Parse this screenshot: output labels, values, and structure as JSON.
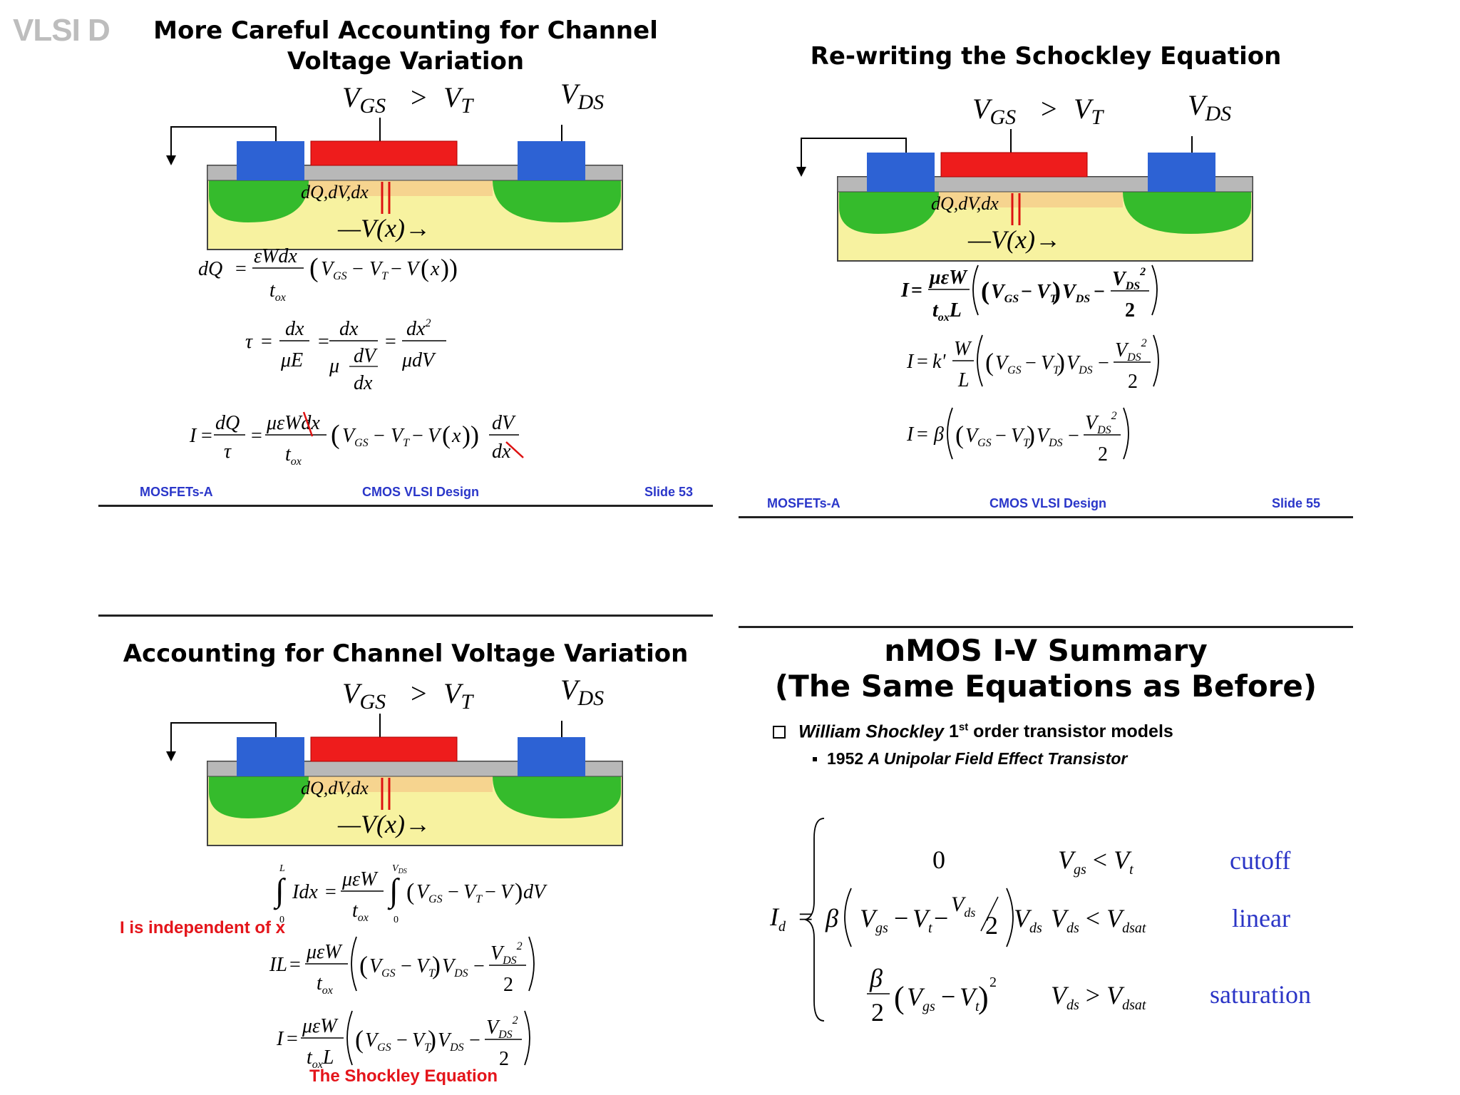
{
  "watermark": "VLSI D",
  "slides": {
    "s53": {
      "title_line1": "More Careful Accounting for Channel",
      "title_line2": "Voltage Variation",
      "footer_left": "MOSFETs-A",
      "footer_center": "CMOS VLSI Design",
      "footer_right": "Slide 53"
    },
    "s55": {
      "title": "Re-writing the Schockley Equation",
      "footer_left": "MOSFETs-A",
      "footer_center": "CMOS VLSI Design",
      "footer_right": "Slide 55"
    },
    "s54": {
      "title": "Accounting for Channel Voltage Variation",
      "note_independent": "I is independent of x",
      "note_shockley": "The Shockley Equation"
    },
    "s56": {
      "title_line1": "nMOS I-V Summary",
      "title_line2": "(The Same Equations as Before)",
      "bullet1_italic": "William Shockley",
      "bullet1_rest": " 1st order transistor models",
      "bullet2_year": "1952",
      "bullet2_italic": "A Unipolar Field Effect Transistor",
      "regimes": [
        "cutoff",
        "linear",
        "saturation"
      ]
    }
  },
  "device": {
    "vgs_label": "V",
    "vgs_sub": "GS",
    "gt": ">",
    "vt_label": "V",
    "vt_sub": "T",
    "vds_label": "V",
    "vds_sub": "DS",
    "charge_label": "dQ,dV,dx",
    "vx_label": "—V(x)→"
  },
  "colors": {
    "gate": "#ee1c1c",
    "contact": "#2d62d4",
    "oxide": "#b8b8b8",
    "well": "#35bb2c",
    "substrate": "#f7f2a0",
    "footer_text": "#2a36c9",
    "note_red": "#e4151b",
    "regime_blue": "#2b35c6"
  }
}
